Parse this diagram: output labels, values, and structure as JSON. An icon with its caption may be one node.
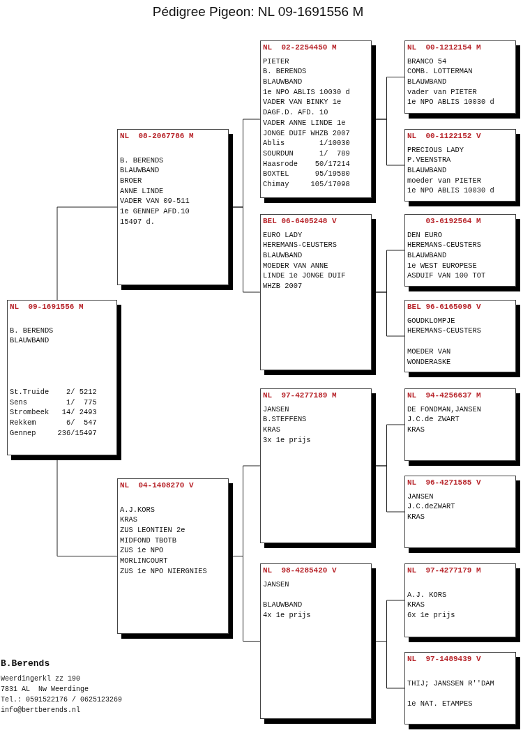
{
  "diagram": {
    "title": "Pédigree Pigeon: NL  09-1691556 M",
    "nodes": [
      {
        "text": [
          "NL  09-1691556 M",
          "B. BERENDS",
          "BLAUWBAND",
          "St.Truide    2/ 5212",
          "Sens         1/  775",
          "Strombeek   14/ 2493",
          "Rekkem       6/  547",
          "Gennep     236/15497"
        ]
      },
      {
        "text": [
          "NL  08-2067786 M",
          "B. BERENDS",
          "BLAUWBAND",
          "BROER",
          "ANNE LINDE",
          "VADER VAN 09-511",
          "1e GENNEP AFD.10",
          "15497 d."
        ]
      },
      {
        "text": [
          "NL  04-1408270 V",
          "A.J.KORS",
          "KRAS",
          "ZUS LEONTIEN 2e",
          "MIDFOND TBOTB",
          "ZUS 1e NPO",
          "MORLINCOURT",
          "ZUS 1e NPO NIERGNIES"
        ]
      },
      {
        "text": [
          "NL  02-2254450 M",
          "PIETER",
          "B. BERENDS",
          "BLAUWBAND",
          "1e NPO ABLIS 10030 d",
          "VADER VAN BINKY 1e",
          "DAGF.D. AFD. 10",
          "VADER ANNE LINDE 1e",
          "JONGE DUIF WHZB 2007",
          "Ablis        1/10030",
          "SOURDUN      1/  789",
          "Haasrode    50/17214",
          "BOXTEL      95/19580",
          "Chimay     105/17098"
        ]
      },
      {
        "text": [
          "BEL 06-6405248 V",
          "EURO LADY",
          "HEREMANS-CEUSTERS",
          "BLAUWBAND",
          "MOEDER VAN ANNE",
          "LINDE 1e JONGE DUIF",
          "WHZB 2007"
        ]
      },
      {
        "text": [
          "NL  97-4277189 M",
          "JANSEN",
          "B.STEFFENS",
          "KRAS",
          "3x 1e prijs"
        ]
      },
      {
        "text": [
          "NL  98-4285420 V",
          "JANSEN",
          "BLAUWBAND",
          "4x 1e prijs"
        ]
      },
      {
        "text": [
          "NL  00-1212154 M",
          "BRANCO 54",
          "COMB. LOTTERMAN",
          "BLAUWBAND",
          "vader van PIETER",
          "1e NPO ABLIS 10030 d"
        ]
      },
      {
        "text": [
          "NL  00-1122152 V",
          "PRECIOUS LADY",
          "P.VEENSTRA",
          "BLAUWBAND",
          "moeder van PIETER",
          "1e NPO ABLIS 10030 d"
        ]
      },
      {
        "text": [
          "03-6192564 M",
          "DEN EURO",
          "HEREMANS-CEUSTERS",
          "BLAUWBAND",
          "1e WEST EUROPESE",
          "ASDUIF VAN 100 TOT"
        ]
      },
      {
        "text": [
          "BEL 96-6165098 V",
          "GOUDKLOMPJE",
          "HEREMANS-CEUSTERS",
          "MOEDER VAN",
          "WONDERASKE"
        ]
      },
      {
        "text": [
          "NL  94-4256637 M",
          "DE FONDMAN,JANSEN",
          "J.C.de ZWART",
          "KRAS"
        ]
      },
      {
        "text": [
          "NL  96-4271585 V",
          "JANSEN",
          "J.C.deZWART",
          "KRAS"
        ]
      },
      {
        "text": [
          "NL  97-4277179 M",
          "A.J. KORS",
          "KRAS",
          "6x 1e prijs"
        ]
      },
      {
        "text": [
          "NL  97-1489439 V",
          "THIJ; JANSSEN R''DAM",
          "1e NAT. ETAMPES"
        ]
      }
    ],
    "edges": [
      {
        "from": 0,
        "to": 1,
        "arrow": "none"
      },
      {
        "from": 0,
        "to": 2,
        "arrow": "none"
      },
      {
        "from": 1,
        "to": 3,
        "arrow": "none"
      },
      {
        "from": 1,
        "to": 4,
        "arrow": "none"
      },
      {
        "from": 2,
        "to": 5,
        "arrow": "none"
      },
      {
        "from": 2,
        "to": 6,
        "arrow": "none"
      },
      {
        "from": 3,
        "to": 7,
        "arrow": "none"
      },
      {
        "from": 3,
        "to": 8,
        "arrow": "none"
      },
      {
        "from": 4,
        "to": 9,
        "arrow": "none"
      },
      {
        "from": 4,
        "to": 10,
        "arrow": "none"
      },
      {
        "from": 5,
        "to": 11,
        "arrow": "none"
      },
      {
        "from": 5,
        "to": 12,
        "arrow": "none"
      },
      {
        "from": 6,
        "to": 13,
        "arrow": "none"
      },
      {
        "from": 6,
        "to": 14,
        "arrow": "none"
      }
    ],
    "labels": [
      "B.Berends",
      "Weerdingerkl zz 190",
      "7831 AL  Nw Weerdinge",
      "Tel.: 0591522176 / 0625123269",
      "info@bertberends.nl"
    ]
  }
}
